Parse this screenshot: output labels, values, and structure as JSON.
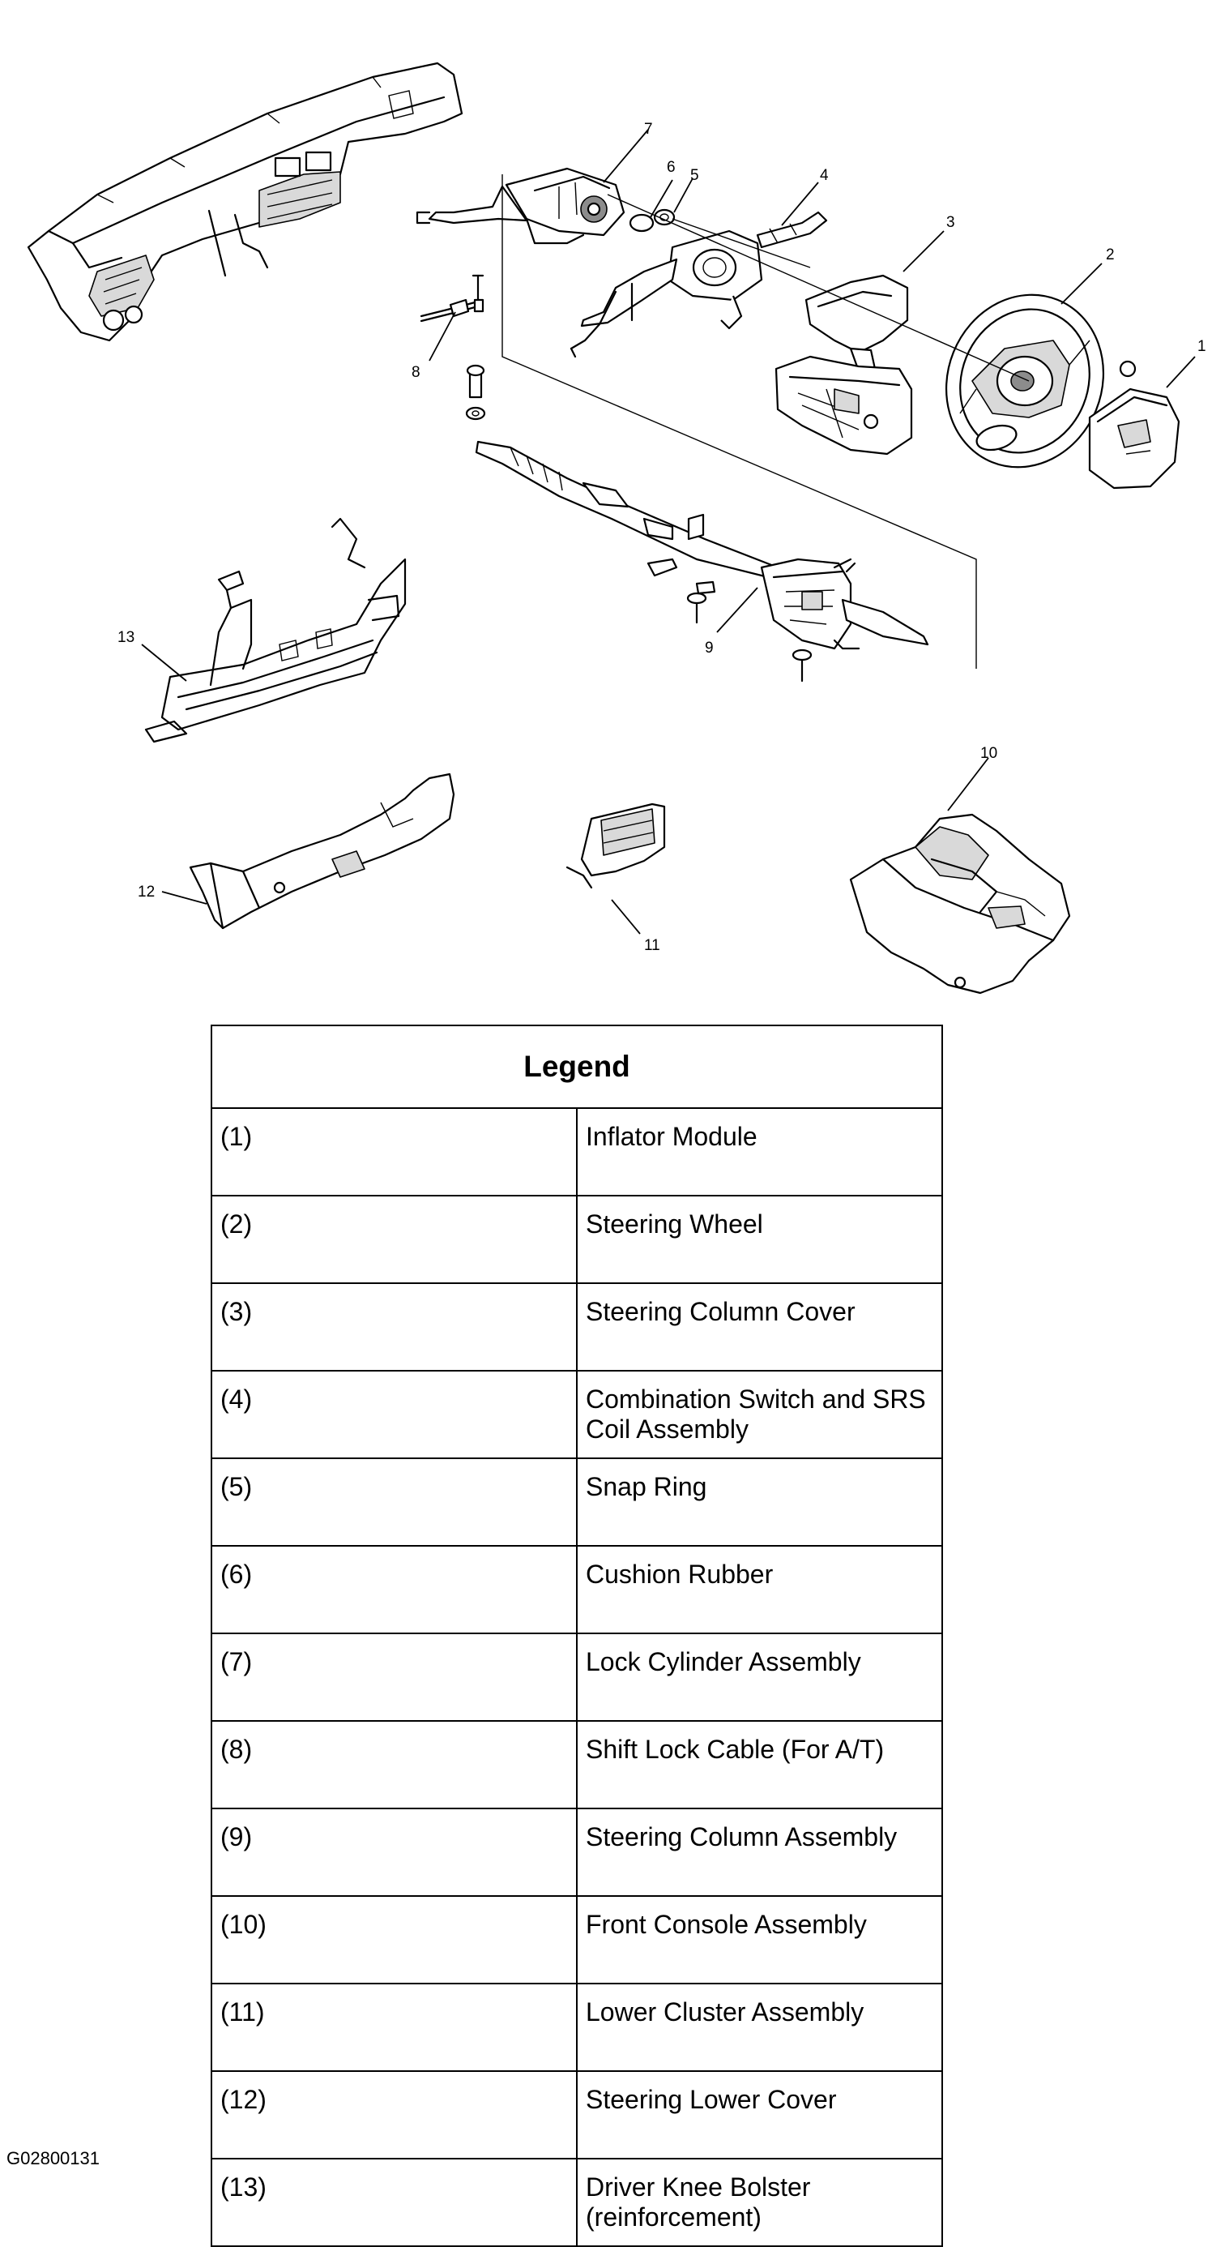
{
  "diagram": {
    "callouts": [
      "1",
      "2",
      "3",
      "4",
      "5",
      "6",
      "7",
      "8",
      "9",
      "10",
      "11",
      "12",
      "13"
    ]
  },
  "legend": {
    "title": "Legend",
    "rows": [
      {
        "num": "(1)",
        "desc": "Inflator Module"
      },
      {
        "num": "(2)",
        "desc": "Steering Wheel"
      },
      {
        "num": "(3)",
        "desc": "Steering Column Cover"
      },
      {
        "num": "(4)",
        "desc": "Combination Switch and SRS Coil Assembly"
      },
      {
        "num": "(5)",
        "desc": "Snap Ring"
      },
      {
        "num": "(6)",
        "desc": "Cushion Rubber"
      },
      {
        "num": "(7)",
        "desc": "Lock Cylinder Assembly"
      },
      {
        "num": "(8)",
        "desc": "Shift Lock Cable (For A/T)"
      },
      {
        "num": "(9)",
        "desc": "Steering Column Assembly"
      },
      {
        "num": "(10)",
        "desc": "Front Console Assembly"
      },
      {
        "num": "(11)",
        "desc": "Lower Cluster Assembly"
      },
      {
        "num": "(12)",
        "desc": "Steering Lower Cover"
      },
      {
        "num": "(13)",
        "desc": "Driver Knee Bolster (reinforcement)"
      }
    ]
  },
  "figure_id": "G02800131"
}
